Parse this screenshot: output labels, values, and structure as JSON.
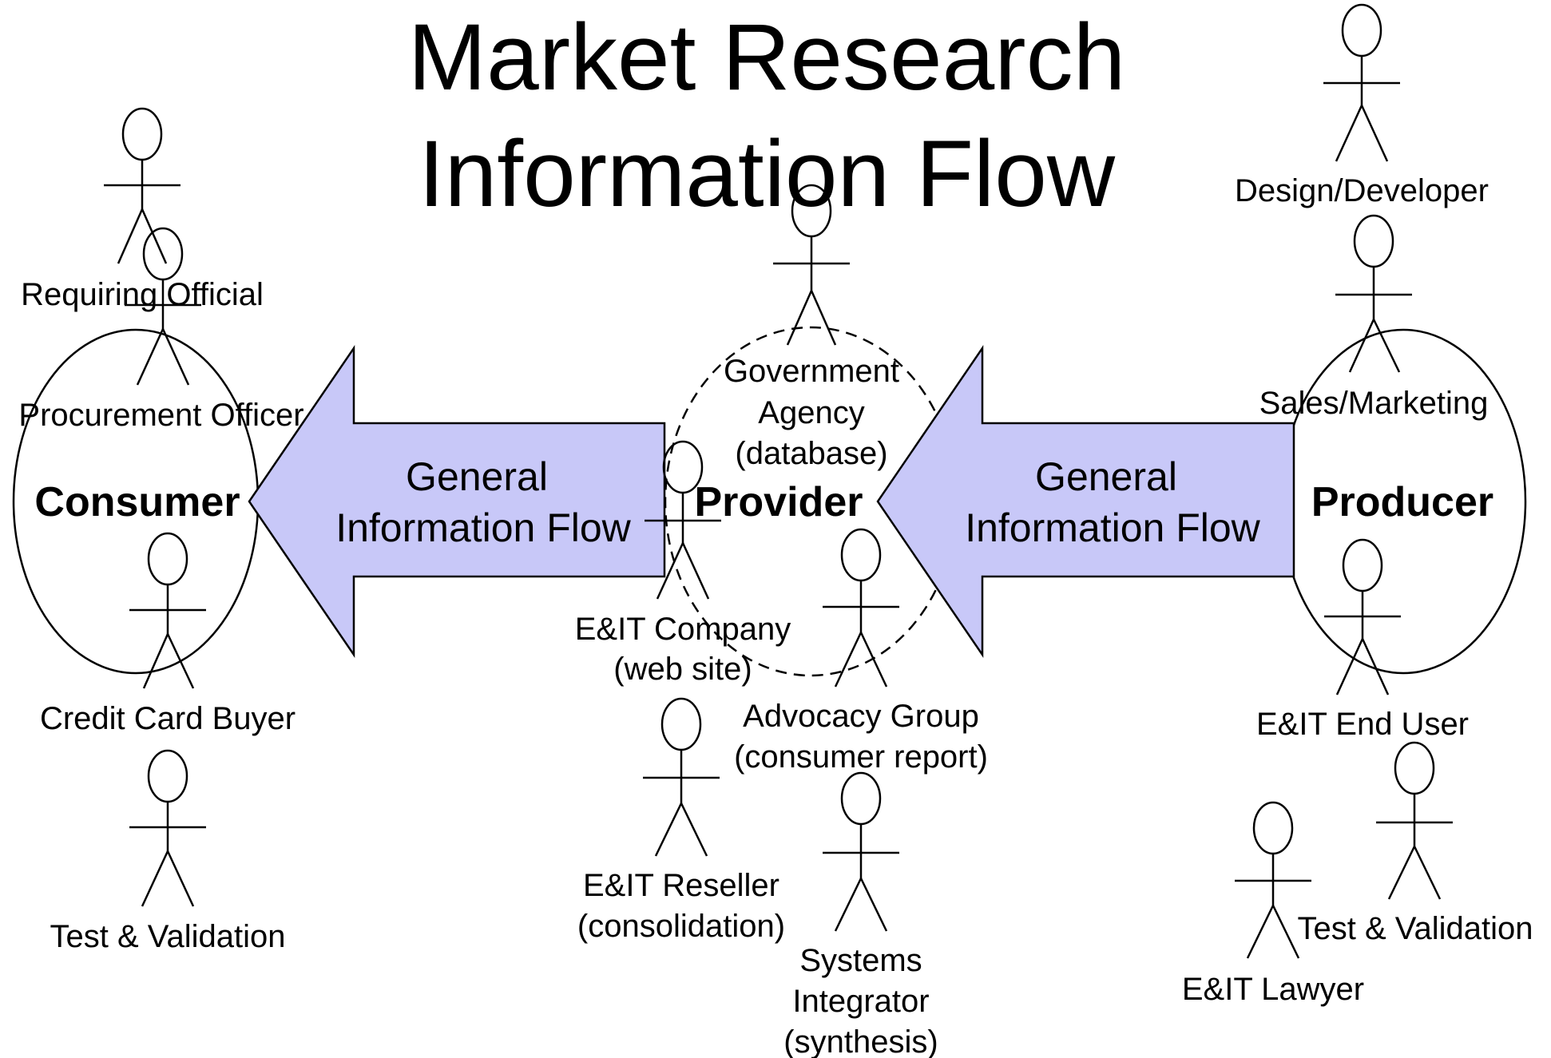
{
  "title": {
    "line1": "Market Research",
    "line2": "Information Flow"
  },
  "colors": {
    "arrow_fill": "#c8c8f8",
    "stroke": "#000000",
    "background": "#ffffff"
  },
  "groups": {
    "consumer": "Consumer",
    "provider": "Provider",
    "producer": "Producer"
  },
  "flows": {
    "left": {
      "line1": "General",
      "line2": "Information Flow"
    },
    "right": {
      "line1": "General",
      "line2": "Information Flow"
    }
  },
  "actors": {
    "requiring_official": [
      "Requiring Official"
    ],
    "procurement_officer": [
      "Procurement Officer"
    ],
    "credit_card_buyer": [
      "Credit Card Buyer"
    ],
    "test_validation_consumer": [
      "Test & Validation"
    ],
    "government_agency": [
      "Government",
      "Agency",
      "(database)"
    ],
    "eit_company": [
      "E&IT Company",
      "(web site)"
    ],
    "advocacy_group": [
      "Advocacy Group",
      "(consumer report)"
    ],
    "eit_reseller": [
      "E&IT Reseller",
      "(consolidation)"
    ],
    "systems_integrator": [
      "Systems",
      "Integrator",
      "(synthesis)"
    ],
    "design_developer": [
      "Design/Developer"
    ],
    "sales_marketing": [
      "Sales/Marketing"
    ],
    "eit_end_user": [
      "E&IT End User"
    ],
    "eit_lawyer": [
      "E&IT Lawyer"
    ],
    "test_validation_producer": [
      "Test & Validation"
    ]
  }
}
